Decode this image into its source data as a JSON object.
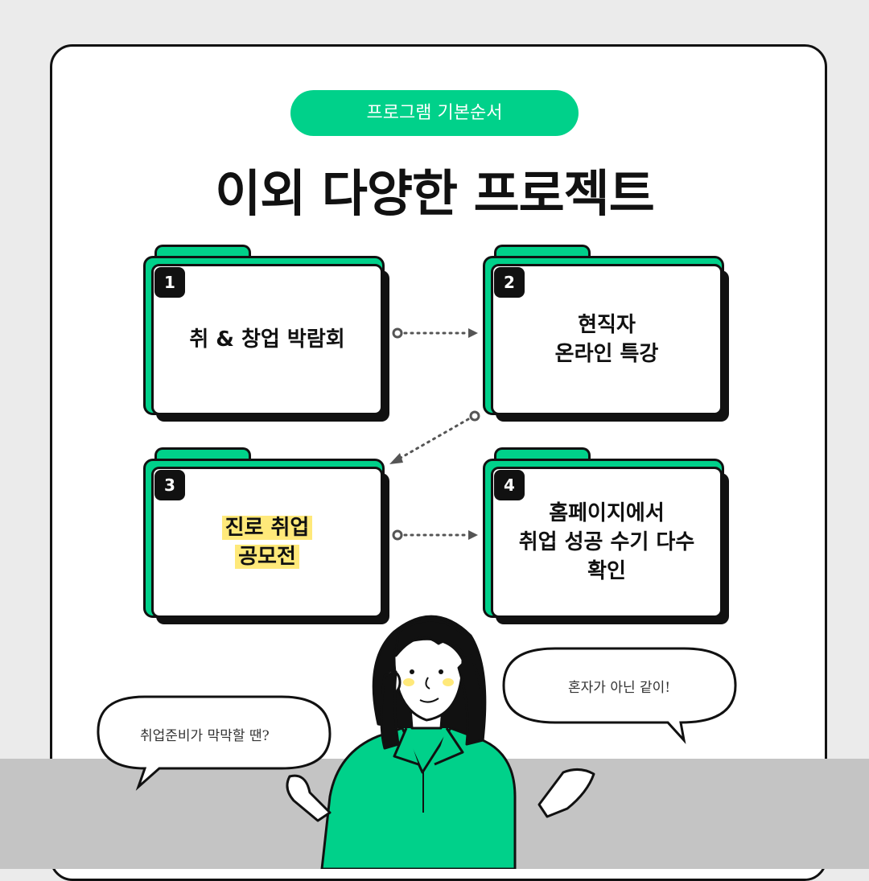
{
  "badge": "프로그램 기본순서",
  "title": "이외 다양한 프로젝트",
  "steps": [
    {
      "num": "1",
      "text": "취 & 창업 박람회"
    },
    {
      "num": "2",
      "text": "현직자\n온라인 특강"
    },
    {
      "num": "3",
      "text": "진로 취업\n공모전"
    },
    {
      "num": "4",
      "text": "홈페이지에서\n취업 성공 수기 다수\n확인"
    }
  ],
  "bubbles": {
    "left": "취업준비가 막막할 땐?",
    "right": "혼자가 아닌 같이!"
  },
  "colors": {
    "accent": "#00d18a",
    "highlight": "#ffe97a",
    "ink": "#111111"
  }
}
